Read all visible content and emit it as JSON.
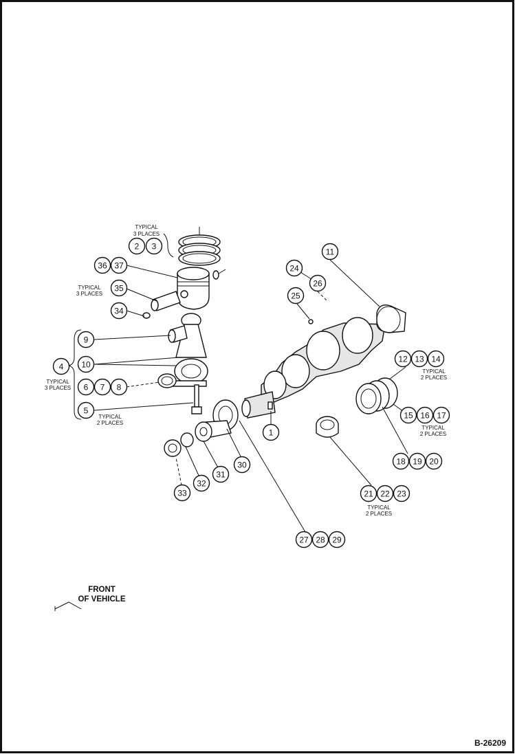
{
  "drawing": {
    "number": "B-26209",
    "front_caption": [
      "FRONT",
      "OF VEHICLE"
    ]
  },
  "notes": {
    "piston_rings": [
      "TYPICAL",
      "3 PLACES"
    ],
    "piston_pin": [
      "TYPICAL",
      "3 PLACES"
    ],
    "rod_group": [
      "TYPICAL",
      "3 PLACES"
    ],
    "rod_bolt": [
      "TYPICAL",
      "2 PLACES"
    ],
    "main_bearing_upper": [
      "TYPICAL",
      "2 PLACES"
    ],
    "main_bearing_mid": [
      "TYPICAL",
      "2 PLACES"
    ],
    "main_bearing_lower": [
      "TYPICAL",
      "2 PLACES"
    ]
  },
  "callouts": {
    "c1": "1",
    "c2": "2",
    "c3": "3",
    "c4": "4",
    "c5": "5",
    "c6": "6",
    "c7": "7",
    "c8": "8",
    "c9": "9",
    "c10": "10",
    "c11": "11",
    "c12": "12",
    "c13": "13",
    "c14": "14",
    "c15": "15",
    "c16": "16",
    "c17": "17",
    "c18": "18",
    "c19": "19",
    "c20": "20",
    "c21": "21",
    "c22": "22",
    "c23": "23",
    "c24": "24",
    "c25": "25",
    "c26": "26",
    "c27": "27",
    "c28": "28",
    "c29": "29",
    "c30": "30",
    "c31": "31",
    "c32": "32",
    "c33": "33",
    "c34": "34",
    "c35": "35",
    "c36": "36",
    "c37": "37"
  }
}
